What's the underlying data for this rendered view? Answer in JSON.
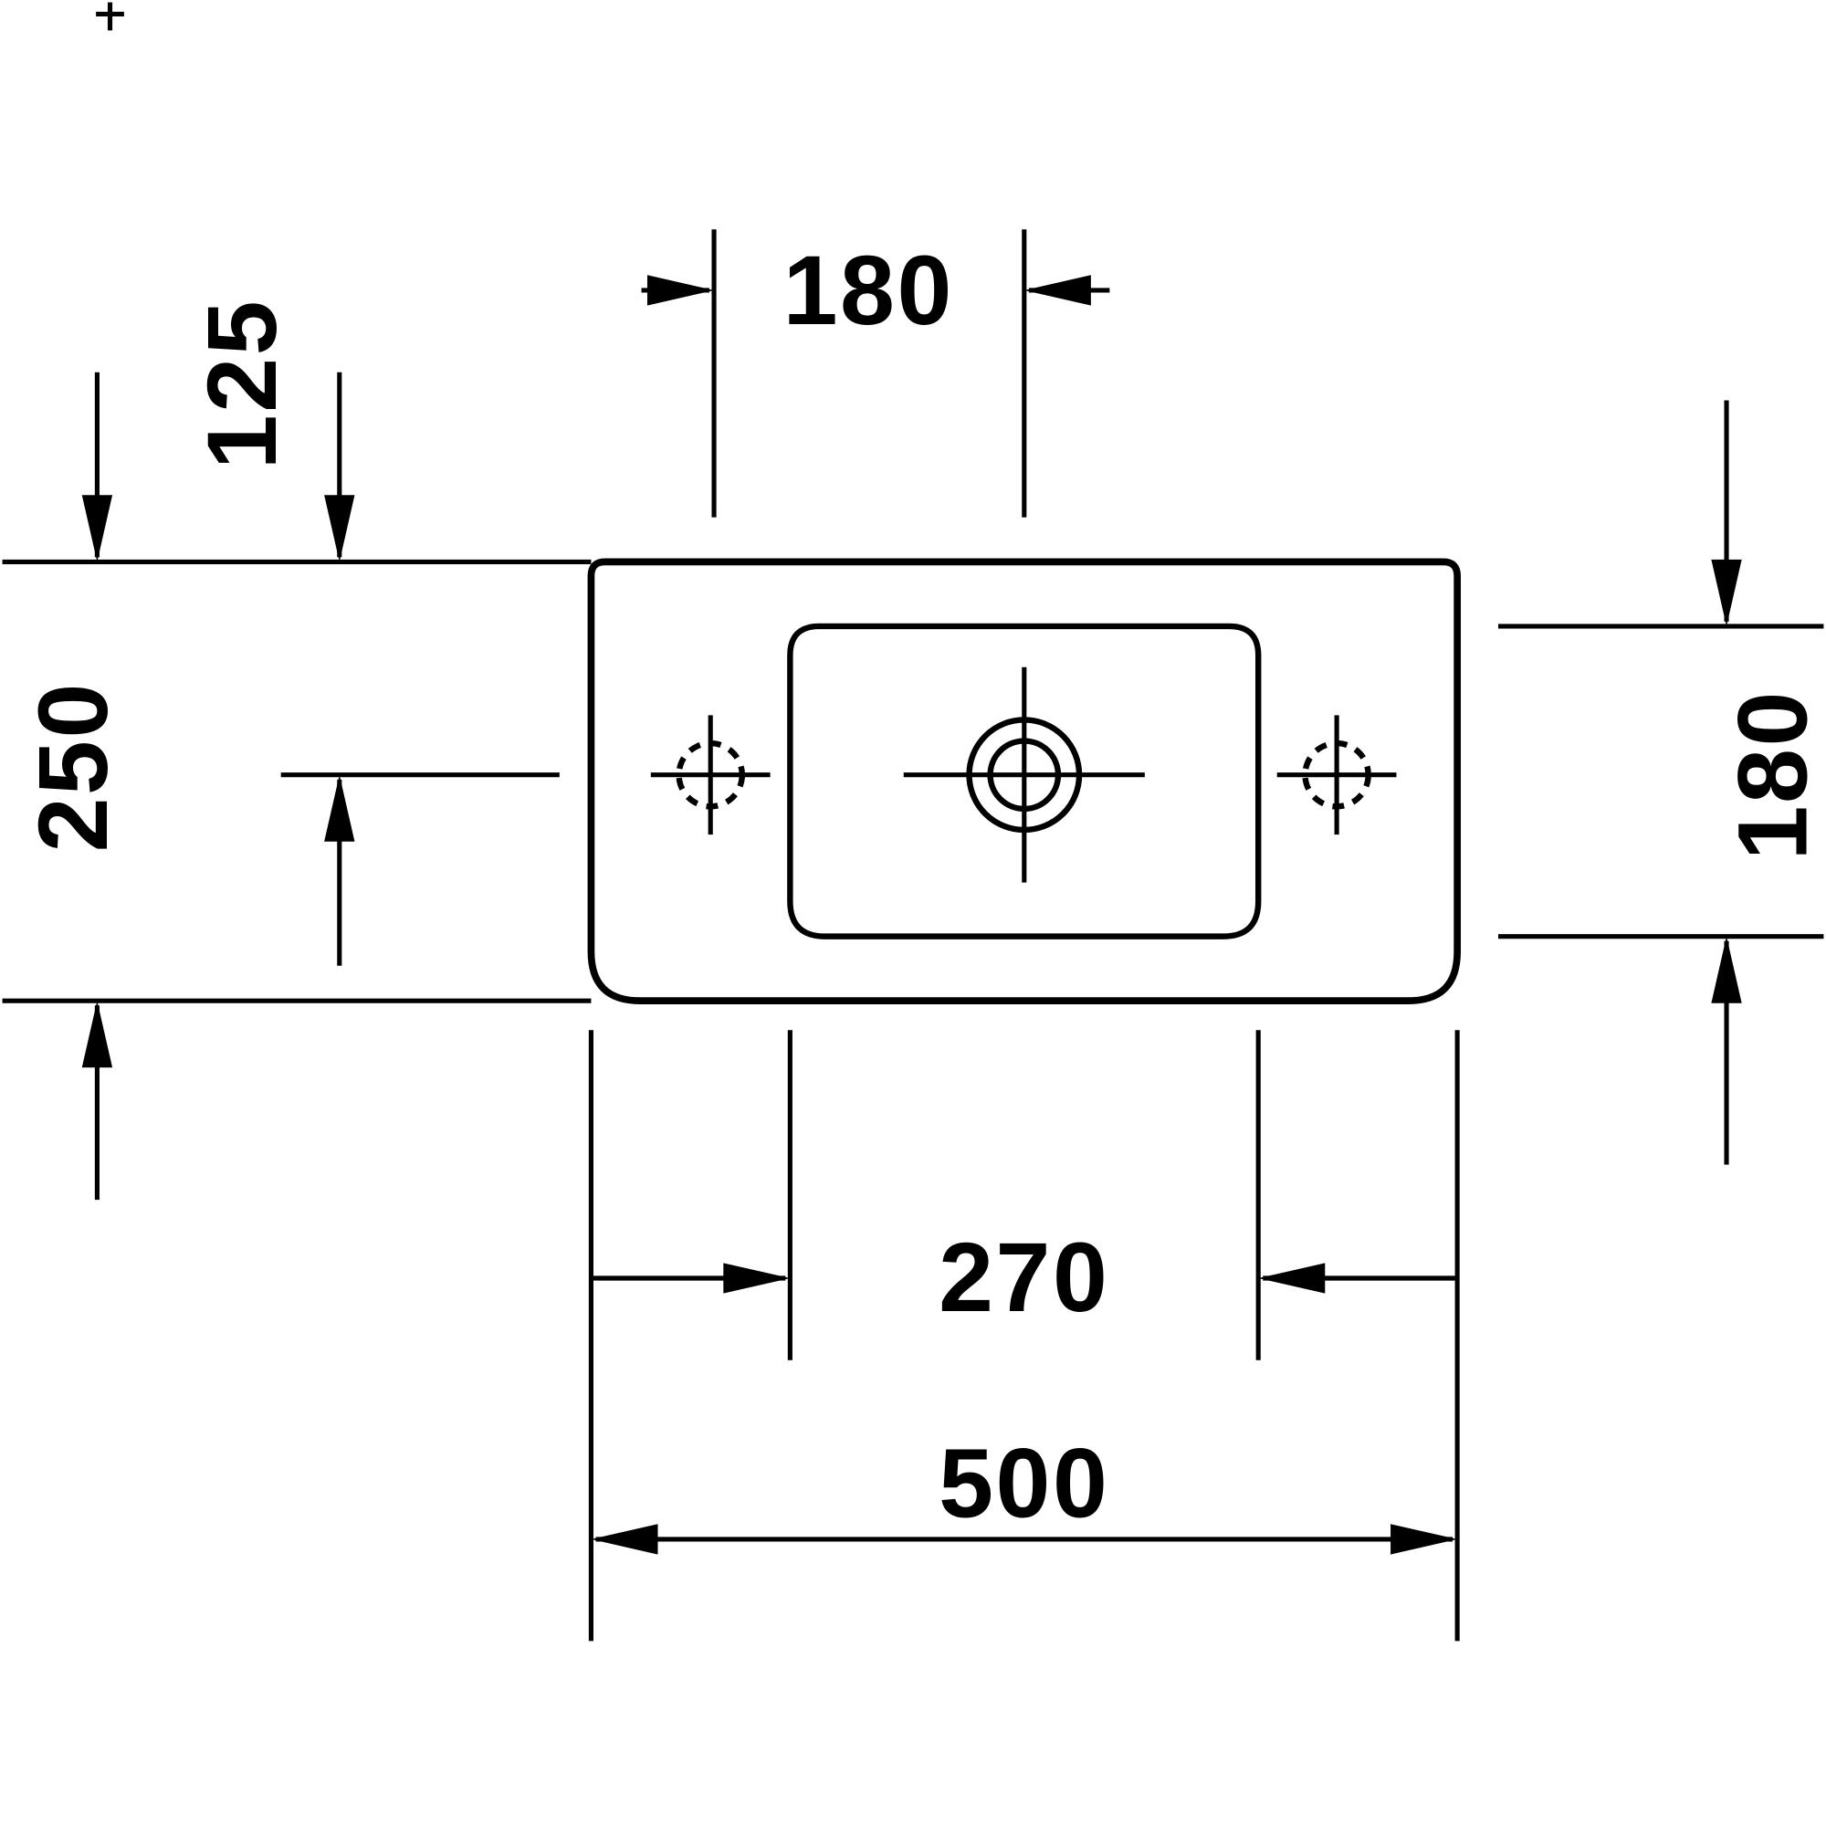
{
  "page": {
    "background_color": "#ffffff",
    "line_color": "#000000"
  },
  "diagram": {
    "type": "technical-dimension-drawing",
    "subject": "washbasin-plan-view",
    "dimension_labels": {
      "top_hole_spacing": "180",
      "left_edge_to_centerline": "125",
      "left_overall_depth": "250",
      "right_inner_depth": "180",
      "bottom_inner_width": "270",
      "bottom_overall_width": "500"
    }
  }
}
